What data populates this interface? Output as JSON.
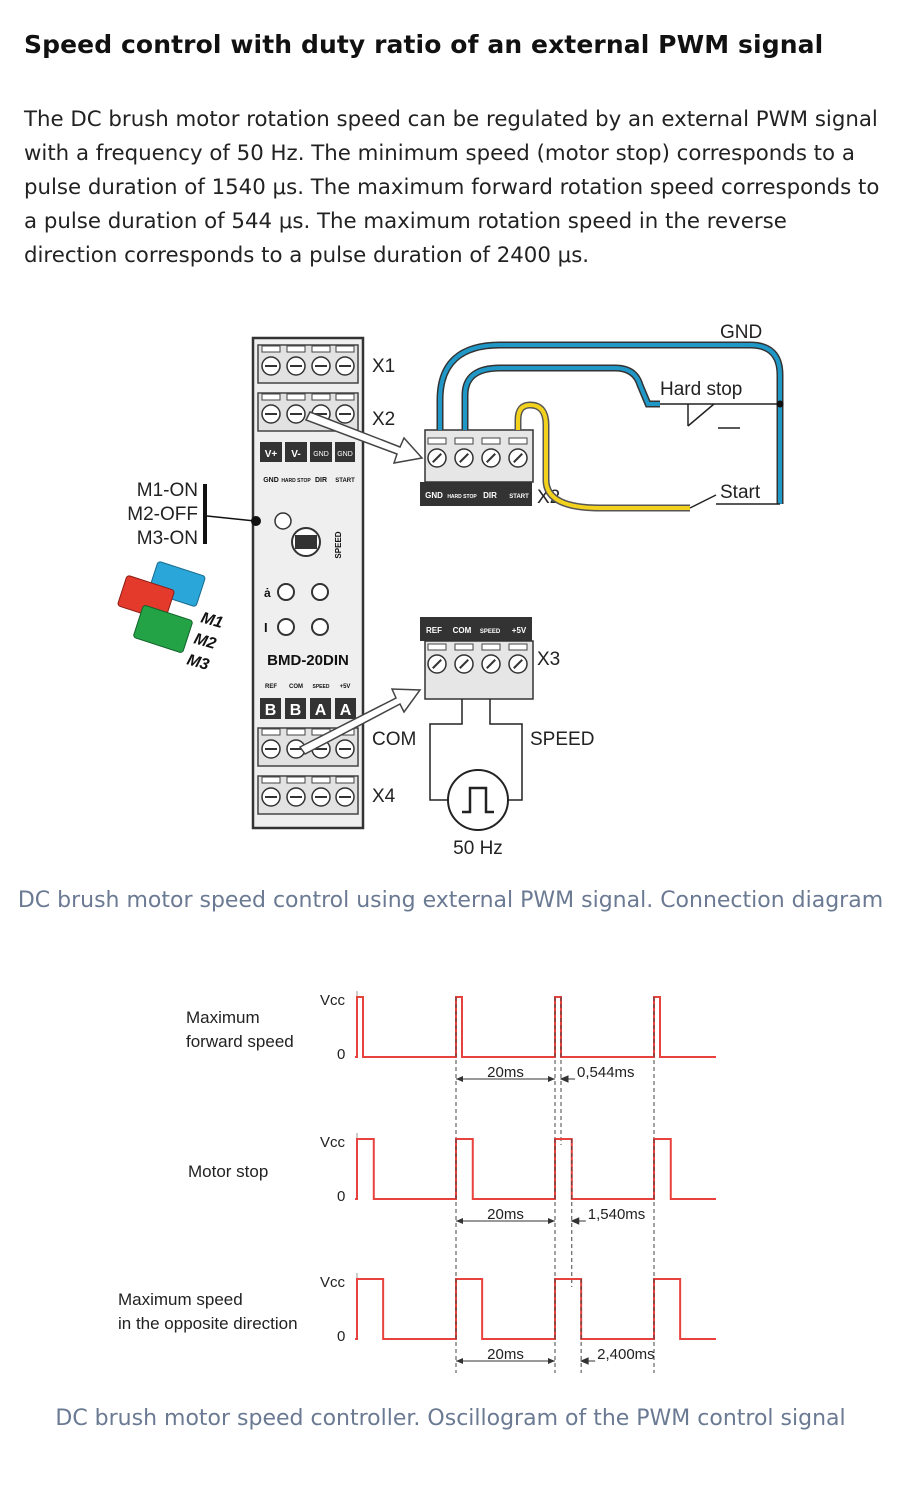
{
  "heading": "Speed control with duty ratio of an external PWM signal",
  "paragraph": "The DC brush motor rotation speed can be regulated by an external PWM signal with a frequency of 50 Hz. The minimum speed (motor stop) corresponds to a pulse duration of 1540 μs. The maximum forward rotation speed corresponds to a pulse duration of 544 μs. The maximum rotation speed in the reverse direction corresponds to a pulse duration of 2400 μs.",
  "diagram": {
    "x1": "X1",
    "x2": "X2",
    "x2b": "X2",
    "x3": "X3",
    "x4": "X4",
    "gnd": "GND",
    "hard_stop": "Hard stop",
    "start": "Start",
    "com": "COM",
    "speed": "SPEED",
    "freq": "50 Hz",
    "mode_lines": [
      "M1-ON",
      "M2-OFF",
      "M3-ON"
    ],
    "jumpers": [
      "M1",
      "M2",
      "M3"
    ],
    "device": "BMD-20DIN",
    "speed_knob": "SPEED",
    "vplus": "V+",
    "vminus": "V-",
    "gnd_small": "GND",
    "hard_stop_small": "HARD STOP",
    "dir_small": "DIR",
    "start_small": "START",
    "ref_small": "REF",
    "com_small": "COM",
    "speed_small": "SPEED",
    "p5v_small": "+5V",
    "ab": [
      "B",
      "B",
      "A",
      "A"
    ],
    "x2_terms": [
      "GND",
      "HARD STOP",
      "DIR",
      "START"
    ],
    "x3_terms": [
      "REF",
      "COM",
      "SPEED",
      "+5V"
    ]
  },
  "caption1": "DC brush motor speed control using external PWM signal. Connection diagram",
  "oscillogram": {
    "vcc": "Vcc",
    "zero": "0",
    "rows": [
      {
        "label_lines": [
          "Maximum",
          "forward speed"
        ],
        "period": "20ms",
        "pulse": "0,544ms",
        "pulse_ms": 0.544
      },
      {
        "label_lines": [
          "Motor stop"
        ],
        "period": "20ms",
        "pulse": "1,540ms",
        "pulse_ms": 1.54
      },
      {
        "label_lines": [
          "Maximum speed",
          "in the opposite direction"
        ],
        "period": "20ms",
        "pulse": "2,400ms",
        "pulse_ms": 2.4
      }
    ],
    "signal_color": "#e8423f"
  },
  "caption2": "DC brush motor speed controller. Oscillogram of the PWM control signal"
}
